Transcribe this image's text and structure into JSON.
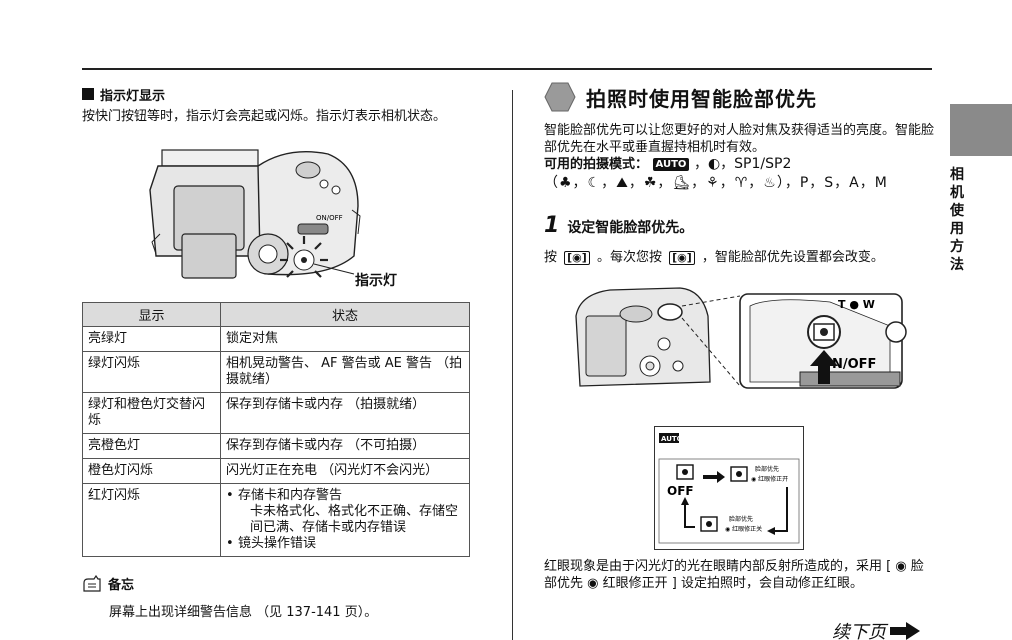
{
  "left": {
    "section_title": "指示灯显示",
    "intro": "按快门按钮等时，指示灯会亮起或闪烁。指示灯表示相机状态。",
    "camera_top": {
      "on_off_label": "ON/OFF",
      "callout": "指示灯"
    },
    "table": {
      "headers": [
        "显示",
        "状态"
      ],
      "rows": [
        {
          "display": "亮绿灯",
          "status": "锁定对焦"
        },
        {
          "display": "绿灯闪烁",
          "status": "相机晃动警告、 AF 警告或 AE 警告 （拍摄就绪）"
        },
        {
          "display": "绿灯和橙色灯交替闪烁",
          "status": "保存到存储卡或内存 （拍摄就绪）"
        },
        {
          "display": "亮橙色灯",
          "status": "保存到存储卡或内存 （不可拍摄）"
        },
        {
          "display": "橙色灯闪烁",
          "status": "闪光灯正在充电 （闪光灯不会闪光）"
        },
        {
          "display": "红灯闪烁",
          "status_items": [
            {
              "title": "存储卡和内存警告",
              "detail": "卡未格式化、格式化不正确、存储空间已满、存储卡或内存错误"
            },
            {
              "title": "镜头操作错误",
              "detail": ""
            }
          ]
        }
      ]
    },
    "memo": {
      "title": "备忘",
      "text": "屏幕上出现详细警告信息 （见 137-141 页）。"
    }
  },
  "right": {
    "title": "拍照时使用智能脸部优先",
    "description": "智能脸部优先可以让您更好的对人脸对焦及获得适当的亮度。智能脸部优先在水平或垂直握持相机时有效。",
    "modes_label": "可用的拍摄模式：",
    "modes_auto_badge": "AUTO",
    "modes_line1_rest": "，◐，SP1/SP2",
    "modes_line2": "（♣，☾，⛰，☘，⛸，⚘，♈，♨），P，S，A，M",
    "step_number": "1",
    "step_title": "设定智能脸部优先。",
    "step_text_pre": "按",
    "step_text_mid": "。每次您按",
    "step_text_post": "，智能脸部优先设置都会改变。",
    "face_glyph": "[◉]",
    "camera_side": {
      "dial_letters": "T   ●   W",
      "button_label": "N/OFF"
    },
    "lcd": {
      "top_badge": "AUTO",
      "off_label": "OFF",
      "face_priority_label": "脸部优先",
      "red_eye_on": "◉ 红眼修正开",
      "red_eye_off": "◉ 红眼修正关"
    },
    "red_eye_text": "红眼现象是由于闪光灯的光在眼睛内部反射所造成的，采用 [ ◉ 脸部优先 ◉ 红眼修正开 ] 设定拍照时，会自动修正红眼。",
    "continue_label": "续下页"
  },
  "side_tab": {
    "label": "相机使用方法"
  }
}
